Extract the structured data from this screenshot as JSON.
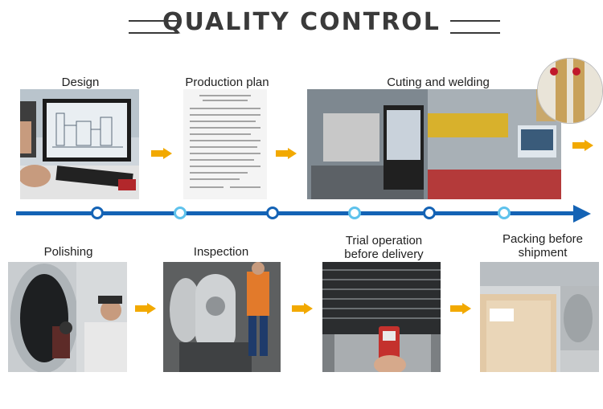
{
  "header": {
    "title": "QUALITY CONTROL"
  },
  "steps": [
    {
      "label": "Design"
    },
    {
      "label": "Production plan"
    },
    {
      "label": "Cuting and welding"
    },
    {
      "label": "Polishing"
    },
    {
      "label": "Inspection"
    },
    {
      "label_line1": "Trial operation",
      "label_line2": "before delivery"
    },
    {
      "label_line1": "Packing before",
      "label_line2": "shipment"
    }
  ],
  "colors": {
    "timeline": "#1463b5",
    "arrow": "#f2a900",
    "title": "#3a3a3a",
    "dot_light": "#5ec2ec"
  },
  "icons": [
    "arrow-right-icon",
    "timeline-dot-icon"
  ]
}
